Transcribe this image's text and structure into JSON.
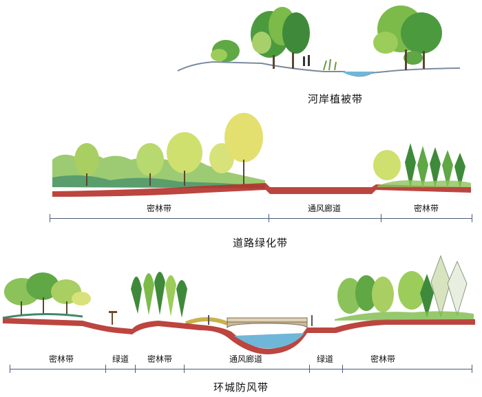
{
  "section1": {
    "caption": "河岸植被带"
  },
  "section2": {
    "caption": "道路绿化带",
    "zones": [
      "密林带",
      "通风廊道",
      "密林带"
    ]
  },
  "section3": {
    "caption": "环城防风带",
    "zones": [
      "密林带",
      "绿道",
      "密林带",
      "通风廊道",
      "绿道",
      "密林带"
    ]
  },
  "colors": {
    "soil": "#b5312a",
    "ground_line": "#7a8a9c",
    "tree_dark": "#3f8a3a",
    "tree_mid": "#7cbb4a",
    "tree_light": "#d8e27a",
    "water": "#6fb7d8",
    "dim_line": "#4a5a78"
  }
}
